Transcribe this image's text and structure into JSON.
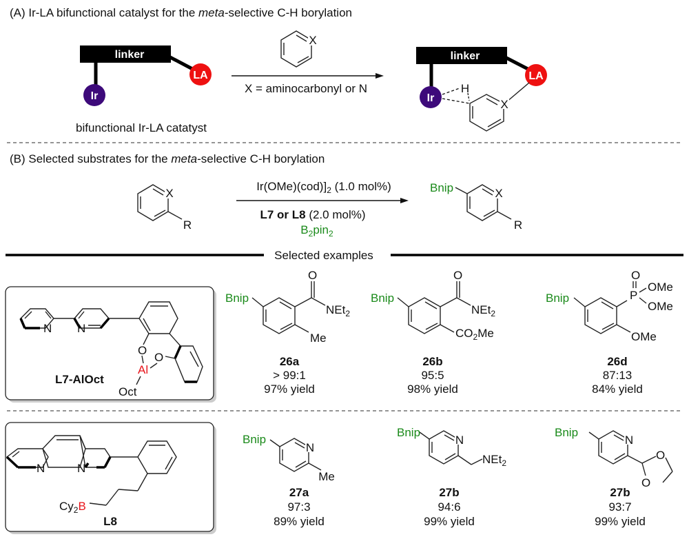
{
  "section_a": {
    "title_prefix": "(A) Ir-LA bifunctional catalyst for the ",
    "title_italic": "meta",
    "title_suffix": "-selective C-H borylation",
    "linker_label": "linker",
    "ir_label": "Ir",
    "la_label": "LA",
    "catalyst_caption": "bifunctional Ir-LA catatyst",
    "substrate_atom": "X",
    "arrow_below": "X = aminocarbonyl or N",
    "product_h": "H",
    "colors": {
      "ir": "#3d0a7a",
      "la": "#ee1111"
    }
  },
  "section_b": {
    "title_prefix": "(B) Selected substrates for the ",
    "title_italic": "meta",
    "title_suffix": "-selective C-H borylation",
    "substrate_x": "X",
    "substrate_r": "R",
    "reagent_above": "Ir(OMe)(cod)]",
    "reagent_above_sub": "2",
    "reagent_above_tail": " (1.0 mol%)",
    "ligand_bold": "L7 or L8",
    "ligand_tail": " (2.0 mol%)",
    "b2pin2_b": "B",
    "b2pin2_sub1": "2",
    "b2pin2_pin": "pin",
    "b2pin2_sub2": "2",
    "product_bnip": "Bnip",
    "product_x": "X",
    "product_r": "R",
    "examples_header": "Selected examples",
    "green": "#1a8a1a"
  },
  "ligands": [
    {
      "name": "L7-AlOct",
      "atoms": {
        "n1": "N",
        "n2": "N",
        "o1": "O",
        "o2": "O",
        "al": "Al",
        "oct": "Oct"
      }
    },
    {
      "name": "L8",
      "atoms": {
        "n1": "N",
        "n2": "N",
        "cy": "Cy",
        "cy_sub": "2",
        "b": "B"
      }
    }
  ],
  "examples": [
    {
      "id": "26a",
      "ratio": "> 99:1",
      "yield": "97% yield",
      "groups": [
        "Bnip",
        "O",
        "NEt",
        "2",
        "Me"
      ]
    },
    {
      "id": "26b",
      "ratio": "95:5",
      "yield": "98% yield",
      "groups": [
        "Bnip",
        "O",
        "NEt",
        "2",
        "CO",
        "2",
        "Me"
      ]
    },
    {
      "id": "26d",
      "ratio": "87:13",
      "yield": "84% yield",
      "groups": [
        "Bnip",
        "O",
        "P",
        "OMe",
        "OMe",
        "OMe"
      ]
    },
    {
      "id": "27a",
      "ratio": "97:3",
      "yield": "89% yield",
      "groups": [
        "Bnip",
        "N",
        "Me"
      ]
    },
    {
      "id": "27b",
      "ratio": "94:6",
      "yield": "99% yield",
      "groups": [
        "Bnip",
        "N",
        "NEt",
        "2"
      ]
    },
    {
      "id": "27b",
      "ratio": "93:7",
      "yield": "99% yield",
      "groups": [
        "Bnip",
        "N",
        "O",
        "O"
      ]
    }
  ]
}
